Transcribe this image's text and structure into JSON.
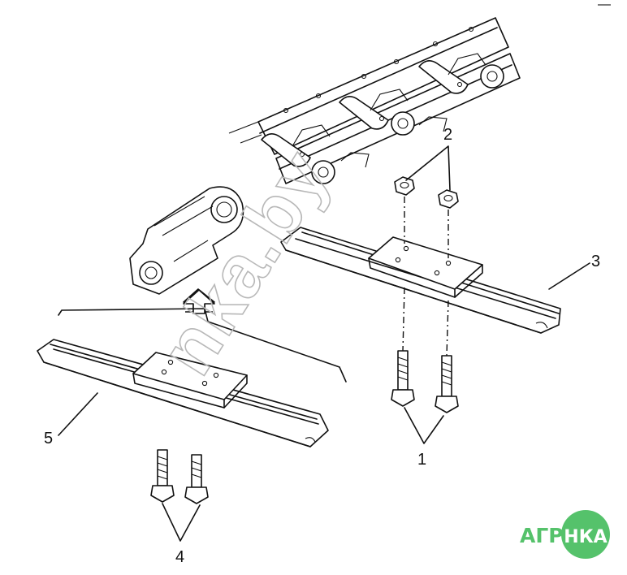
{
  "callouts": {
    "c1": "1",
    "c2": "2",
    "c3": "3",
    "c4": "4",
    "c5": "5"
  },
  "watermark": "nka.by",
  "logo": {
    "left_text": "АГРО",
    "circle_text": "НКА",
    "green": "#55c26b"
  }
}
